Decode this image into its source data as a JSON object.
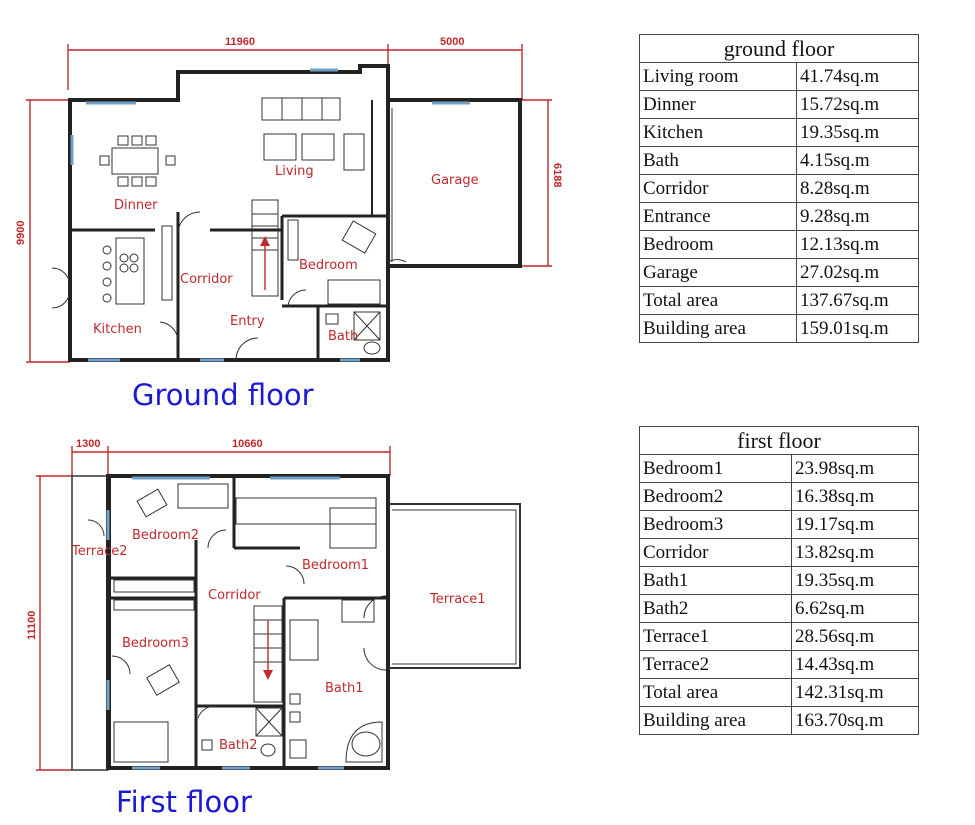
{
  "ground": {
    "caption": "Ground floor",
    "dims": {
      "top_main": "11960",
      "top_garage": "5000",
      "left": "9900",
      "right": "6188"
    },
    "rooms": {
      "dinner": "Dinner",
      "living": "Living",
      "garage": "Garage",
      "corridor": "Corridor",
      "bedroom": "Bedroom",
      "kitchen": "Kitchen",
      "entry": "Entry",
      "bath": "Bath"
    },
    "table": {
      "title": "ground floor",
      "rows": [
        [
          "Living room",
          "41.74sq.m"
        ],
        [
          "Dinner",
          "15.72sq.m"
        ],
        [
          "Kitchen",
          "19.35sq.m"
        ],
        [
          "Bath",
          "4.15sq.m"
        ],
        [
          "Corridor",
          "8.28sq.m"
        ],
        [
          "Entrance",
          "9.28sq.m"
        ],
        [
          "Bedroom",
          "12.13sq.m"
        ],
        [
          "Garage",
          "27.02sq.m"
        ],
        [
          "Total area",
          "137.67sq.m"
        ],
        [
          "Building area",
          "159.01sq.m"
        ]
      ]
    }
  },
  "first": {
    "caption": "First floor",
    "dims": {
      "top_terrace": "1300",
      "top_main": "10660",
      "left": "11100"
    },
    "rooms": {
      "bedroom2": "Bedroom2",
      "terrace2": "Terrace2",
      "corridor": "Corridor",
      "bedroom1": "Bedroom1",
      "terrace1": "Terrace1",
      "bedroom3": "Bedroom3",
      "bath1": "Bath1",
      "bath2": "Bath2"
    },
    "table": {
      "title": "first floor",
      "rows": [
        [
          "Bedroom1",
          "23.98sq.m"
        ],
        [
          "Bedroom2",
          "16.38sq.m"
        ],
        [
          "Bedroom3",
          "19.17sq.m"
        ],
        [
          "Corridor",
          "13.82sq.m"
        ],
        [
          "Bath1",
          "19.35sq.m"
        ],
        [
          "Bath2",
          "6.62sq.m"
        ],
        [
          "Terrace1",
          "28.56sq.m"
        ],
        [
          "Terrace2",
          "14.43sq.m"
        ],
        [
          "Total area",
          "142.31sq.m"
        ],
        [
          "Building area",
          "163.70sq.m"
        ]
      ]
    }
  },
  "colors": {
    "label": "#c0292b",
    "caption": "#1a1ad6",
    "window": "#6fa0c8"
  }
}
